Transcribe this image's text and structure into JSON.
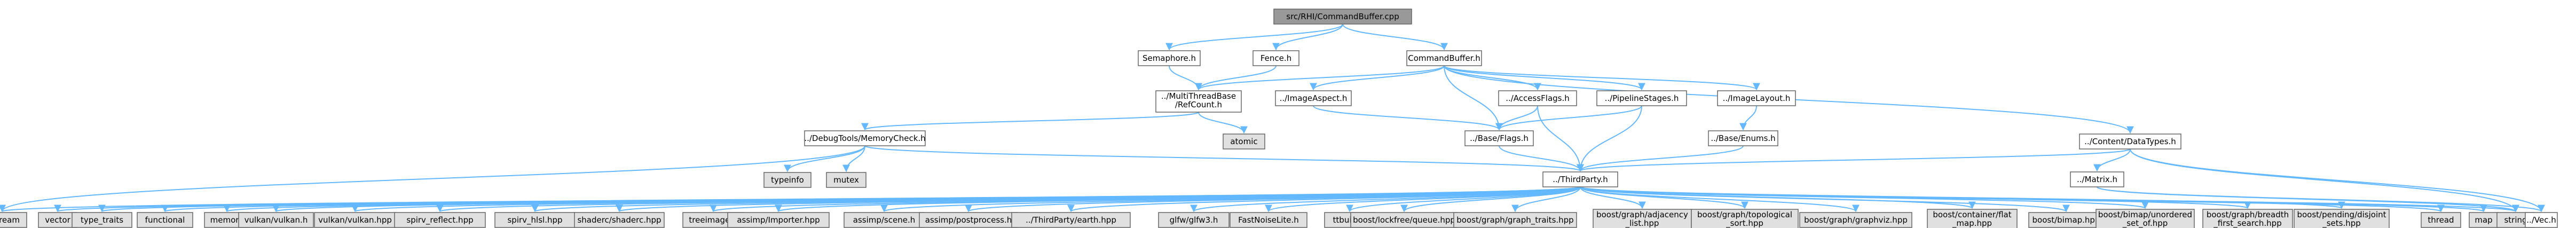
{
  "graph": {
    "colors": {
      "root_fill": "#999999",
      "local_fill": "#ffffff",
      "system_fill": "#e0e0e0",
      "edge": "#63b8ff",
      "highlight_border": "#ff0000",
      "border": "#666666"
    },
    "nodes": {
      "root": "src/RHI/CommandBuffer.cpp",
      "semaphore": "Semaphore.h",
      "fence": "Fence.h",
      "commandbuffer": "CommandBuffer.h",
      "multithreadbase_1": "../MultiThreadBase",
      "multithreadbase_2": "/RefCount.h",
      "imageaspect": "../ImageAspect.h",
      "accessflags": "../AccessFlags.h",
      "pipelinestages": "../PipelineStages.h",
      "imagelayout": "../ImageLayout.h",
      "memorycheck": "../DebugTools/MemoryCheck.h",
      "atomic": "atomic",
      "baseflags": "../Base/Flags.h",
      "baseenums": "../Base/Enums.h",
      "datatypes": "../Content/DataTypes.h",
      "typeinfo": "typeinfo",
      "mutex": "mutex",
      "thirdparty": "../ThirdParty.h",
      "matrix": "../Matrix.h",
      "vec": "../Vec.h",
      "iostream": "iostream",
      "vector": "vector",
      "type_traits": "type_traits",
      "functional": "functional",
      "memory": "memory",
      "vulkan_h": "vulkan/vulkan.h",
      "vulkan_hpp": "vulkan/vulkan.hpp",
      "spirv_reflect": "spirv_reflect.hpp",
      "spirv_hlsl": "spirv_hlsl.hpp",
      "shaderc": "shaderc/shaderc.hpp",
      "treeimage": "treeimage.h",
      "assimp_importer": "assimp/Importer.hpp",
      "assimp_scene": "assimp/scene.h",
      "assimp_post": "assimp/postprocess.h",
      "thirdparty_earth": "../ThirdParty/earth.hpp",
      "glfw3": "glfw/glfw3.h",
      "fastnoise": "FastNoiseLite.h",
      "ttbuild": "ttbuild.h",
      "lockfree": "boost/lockfree/queue.hpp",
      "graph_traits": "boost/graph/graph_traits.hpp",
      "adjacency_1": "boost/graph/adjacency",
      "adjacency_2": "_list.hpp",
      "topological_1": "boost/graph/topological",
      "topological_2": "_sort.hpp",
      "graphviz": "boost/graph/graphviz.hpp",
      "flat_map_1": "boost/container/flat",
      "flat_map_2": "_map.hpp",
      "bimap": "boost/bimap.hpp",
      "unordered_1": "boost/bimap/unordered",
      "unordered_2": "_set_of.hpp",
      "bfs_1": "boost/graph/breadth",
      "bfs_2": "_first_search.hpp",
      "disjoint_1": "boost/pending/disjoint",
      "disjoint_2": "_sets.hpp",
      "thread": "thread",
      "map": "map",
      "string": "string"
    }
  }
}
